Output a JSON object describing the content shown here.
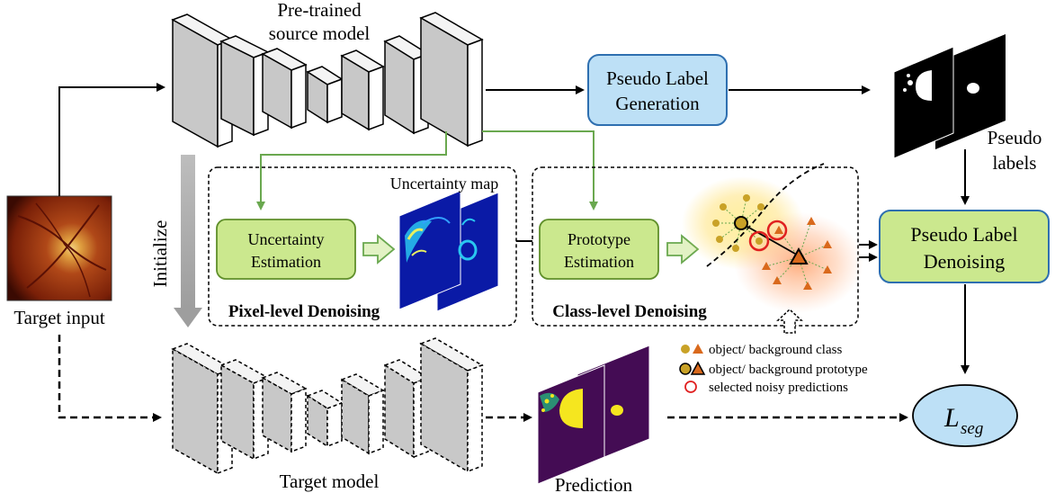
{
  "source_model": {
    "label_line1": "Pre-trained",
    "label_line2": "source model"
  },
  "target_model": {
    "label": "Target model"
  },
  "target_input": {
    "label": "Target input"
  },
  "initialize": {
    "label": "Initialize"
  },
  "pseudo_label_generation": {
    "line1": "Pseudo Label",
    "line2": "Generation"
  },
  "pseudo_labels": {
    "line1": "Pseudo",
    "line2": "labels"
  },
  "pseudo_label_denoising": {
    "line1": "Pseudo Label",
    "line2": "Denoising"
  },
  "pixel_level": {
    "title": "Pixel-level Denoising",
    "uncertainty_box": {
      "line1": "Uncertainty",
      "line2": "Estimation"
    },
    "map_label": "Uncertainty map"
  },
  "class_level": {
    "title": "Class-level Denoising",
    "prototype_box": {
      "line1": "Prototype",
      "line2": "Estimation"
    }
  },
  "legend": {
    "class": "object/ background class",
    "prototype": "object/ background prototype",
    "noisy": "selected noisy predictions"
  },
  "prediction": {
    "label": "Prediction"
  },
  "loss": {
    "label": "L",
    "subscript": "seg"
  },
  "colors": {
    "box_blue": "#bde0f6",
    "box_blue_stroke": "#2e6fb0",
    "box_green": "#cbe88e",
    "box_green_stroke": "#5f8f2a",
    "green_arrow": "#6aa84f",
    "object_dot": "#c9a227",
    "background_tri": "#d9691c",
    "noisy_ring": "#e02020",
    "prediction_bg": "#440c54",
    "prediction_fg": "#f5e61f",
    "uncertainty_bg": "#0a1aa6"
  }
}
